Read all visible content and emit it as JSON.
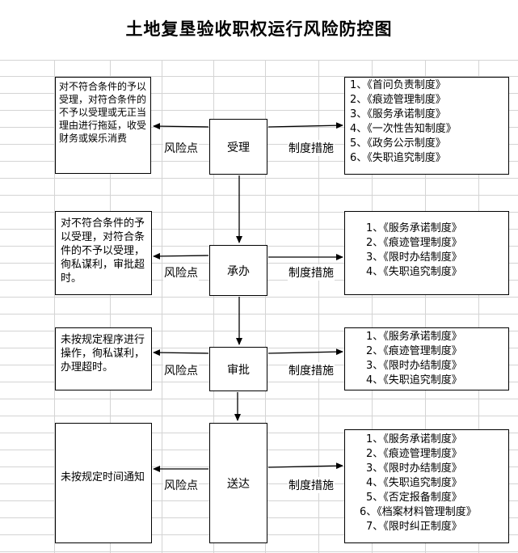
{
  "title": "土地复垦验收职权运行风险防控图",
  "rows": [
    {
      "step": "受理",
      "risk_label": "风险点",
      "measure_label": "制度措施",
      "risk_text": "对不符合条件的予以受理，对符合条件的不予以受理或无正当理由进行拖延，收受财务或娱乐消费",
      "measures": [
        "1、《首问负责制度》",
        "2、《痕迹管理制度》",
        "3、《服务承诺制度》",
        "4、《一次性告知制度》",
        "5、《政务公示制度》",
        "6、《失职追究制度》"
      ]
    },
    {
      "step": "承办",
      "risk_label": "风险点",
      "measure_label": "制度措施",
      "risk_text": "对不符合条件的予以受理，对符合条件的不予以受理，徇私谋利，审批超时。",
      "measures": [
        "1、《服务承诺制度》",
        "2、《痕迹管理制度》",
        "3、《限时办结制度》",
        "4、《失职追究制度》"
      ]
    },
    {
      "step": "审批",
      "risk_label": "风险点",
      "measure_label": "制度措施",
      "risk_text": "未按规定程序进行操作，徇私谋利，办理超时。",
      "measures": [
        "1、《服务承诺制度》",
        "2、《痕迹管理制度》",
        "3、《限时办结制度》",
        "4、《失职追究制度》"
      ]
    },
    {
      "step": "送达",
      "risk_label": "风险点",
      "measure_label": "制度措施",
      "risk_text": "未按规定时间通知",
      "measures": [
        "1、《服务承诺制度》",
        "2、《痕迹管理制度》",
        "3、《限时办结制度》",
        "4、《失职追究制度》",
        "5、《否定报备制度》",
        "6、《档案材料管理制度》",
        "7、《限时纠正制度》"
      ]
    }
  ]
}
